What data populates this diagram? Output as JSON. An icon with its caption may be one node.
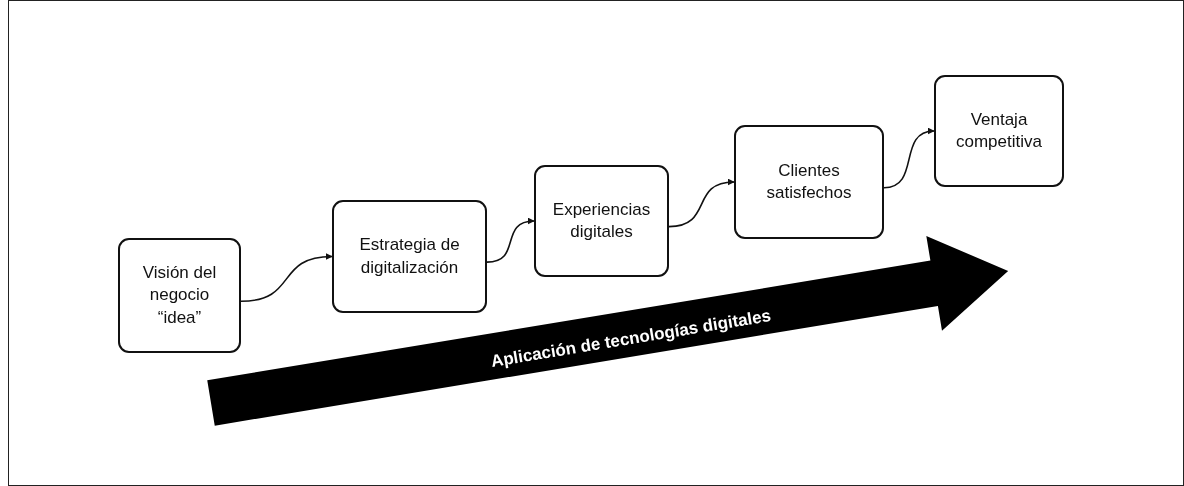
{
  "diagram": {
    "nodes": [
      {
        "text": [
          "Visión del negocio “idea”"
        ]
      },
      {
        "text": [
          "Estrategia de digitalización"
        ]
      },
      {
        "text": [
          "Experiencias digitales"
        ]
      },
      {
        "text": [
          "Clientes satisfechos"
        ]
      },
      {
        "text": [
          "Ventaja competitiva"
        ]
      }
    ],
    "edges": [
      {
        "from": 0,
        "to": 1,
        "arrow": "to"
      },
      {
        "from": 1,
        "to": 2,
        "arrow": "to"
      },
      {
        "from": 2,
        "to": 3,
        "arrow": "to"
      },
      {
        "from": 3,
        "to": 4,
        "arrow": "to"
      }
    ],
    "labels": [
      "Aplicación de tecnologías digitales"
    ]
  }
}
